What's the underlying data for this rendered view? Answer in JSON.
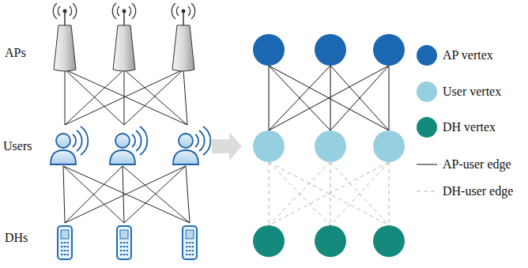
{
  "diagram": {
    "labels": [
      "APs",
      "Users",
      "DHs"
    ],
    "legend": [
      {
        "text": "AP vertex",
        "color": "#1b67b2"
      },
      {
        "text": "User vertex",
        "color": "#96cfe0"
      },
      {
        "text": "DH vertex",
        "color": "#138a7b"
      },
      {
        "text": "AP-user edge"
      },
      {
        "text": "DH-user edge"
      }
    ]
  }
}
